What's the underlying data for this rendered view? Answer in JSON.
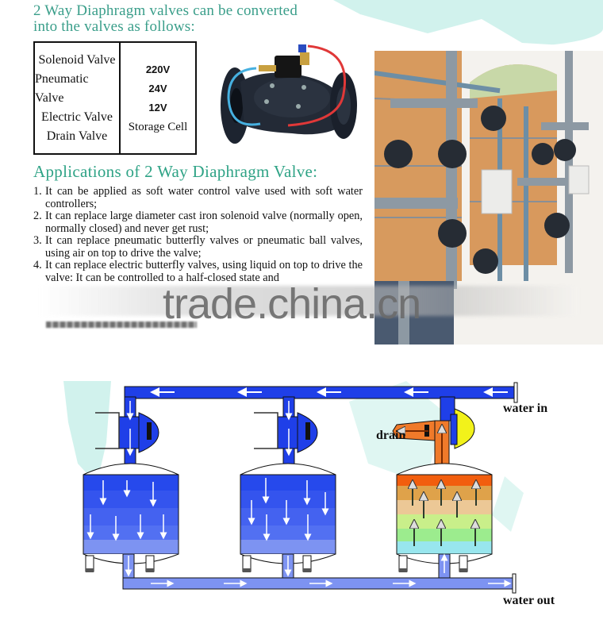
{
  "intro": {
    "line1": "2 Way Diaphragm valves can be converted",
    "line2": "into the valves as follows:"
  },
  "valve_table": {
    "types": [
      "Solenoid Valve",
      "Pneumatic Valve",
      "Electric Valve",
      "Drain Valve"
    ],
    "powers": [
      "220V",
      "24V",
      "12V",
      "Storage Cell"
    ]
  },
  "applications": {
    "title": "Applications of 2 Way Diaphragm Valve:",
    "items": [
      {
        "num": "1.",
        "text": "It can be applied as soft water control valve used with soft water controllers;"
      },
      {
        "num": "2.",
        "text": "It can replace large diameter cast iron solenoid valve (normally open, normally closed) and never get rust;"
      },
      {
        "num": "3.",
        "text": "It can replace pneumatic butterfly valves or pneumatic ball valves, using air on top to drive the valve;"
      },
      {
        "num": "4.",
        "text": "It can replace electric butterfly valves, using liquid on top to drive the valve: It can be controlled to a half-closed state and"
      }
    ]
  },
  "watermark": {
    "text": "trade.china.cn"
  },
  "diagram": {
    "labels": {
      "water_in": "water in",
      "water_out": "water out",
      "drain": "drain"
    },
    "colors": {
      "pipe_blue": "#1f3fe8",
      "pipe_light": "#6f86ef",
      "drain_orange": "#f07a2a",
      "diaphragm_yellow": "#f2f21a"
    }
  },
  "colors": {
    "heading_teal": "#2fa386",
    "map_cyan": "#c9f0ea"
  }
}
